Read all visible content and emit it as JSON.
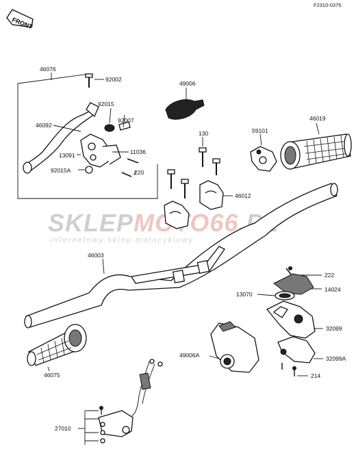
{
  "diagram_code": "F2310-0375",
  "front_label": "FRONT",
  "watermark": {
    "brand_a": "SKLEP",
    "brand_b": "MOTO",
    "brand_c": "66",
    "brand_d": ".PL",
    "tagline": "internetowy sklep motocyklowy"
  },
  "part_numbers": {
    "p46076": "46076",
    "p92002": "92002",
    "p92015": "92015",
    "p46092": "46092",
    "p92007": "92007",
    "p11036": "11036",
    "p13091": "13091",
    "p92015A": "92015A",
    "p220": "220",
    "p49006": "49006",
    "p130": "130",
    "p59101": "59101",
    "p46019": "46019",
    "p46012": "46012",
    "p46003": "46003",
    "p222": "222",
    "p13070": "13070",
    "p14024": "14024",
    "p32099": "32099",
    "p49006A": "49006A",
    "p32099A": "32099A",
    "p214": "214",
    "p46075": "46075",
    "p27010": "27010"
  }
}
